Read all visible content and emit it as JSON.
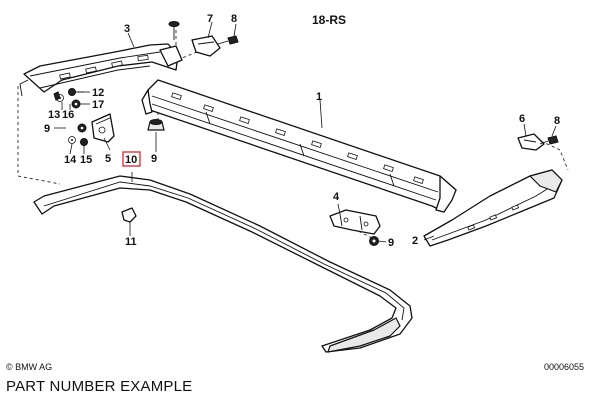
{
  "diagram": {
    "section_code": "18-RS",
    "copyright": "© BMW AG",
    "image_number": "00006055",
    "caption": "PART NUMBER EXAMPLE",
    "highlighted_part": "10",
    "highlight_color": "#e0333a",
    "parts": [
      {
        "id": "p1",
        "number": "1"
      },
      {
        "id": "p2",
        "number": "2"
      },
      {
        "id": "p3",
        "number": "3"
      },
      {
        "id": "p4",
        "number": "4"
      },
      {
        "id": "p5",
        "number": "5"
      },
      {
        "id": "p6",
        "number": "6"
      },
      {
        "id": "p7",
        "number": "7"
      },
      {
        "id": "p8a",
        "number": "8"
      },
      {
        "id": "p8b",
        "number": "8"
      },
      {
        "id": "p9a",
        "number": "9"
      },
      {
        "id": "p9b",
        "number": "9"
      },
      {
        "id": "p9c",
        "number": "9"
      },
      {
        "id": "p10",
        "number": "10"
      },
      {
        "id": "p11",
        "number": "11"
      },
      {
        "id": "p12",
        "number": "12"
      },
      {
        "id": "p13",
        "number": "13"
      },
      {
        "id": "p14",
        "number": "14"
      },
      {
        "id": "p15",
        "number": "15"
      },
      {
        "id": "p16",
        "number": "16"
      },
      {
        "id": "p17",
        "number": "17"
      }
    ]
  }
}
